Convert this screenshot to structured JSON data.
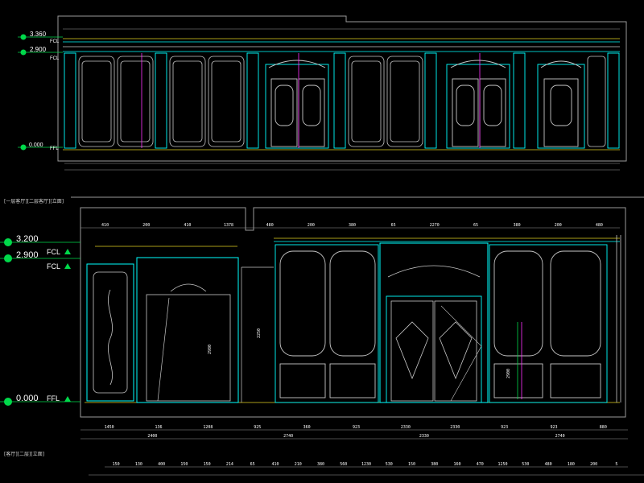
{
  "elevation_1": {
    "levels": [
      {
        "value": "3.360",
        "tag": "FCL"
      },
      {
        "value": "2.900",
        "tag": "FCL"
      },
      {
        "value": "0.000",
        "tag": "FFL"
      }
    ]
  },
  "elevation_2": {
    "caption": "[一层客厅][二层客厅][立面]",
    "levels": [
      {
        "value": "3.200",
        "tag": "FCL"
      },
      {
        "value": "2.900",
        "tag": "FCL"
      },
      {
        "value": "0.000",
        "tag": "FFL"
      }
    ],
    "top_dims": [
      "410",
      "200",
      "410",
      "1378",
      "480",
      "200",
      "380",
      "65",
      "2270",
      "65",
      "380",
      "200",
      "480"
    ],
    "height_dims": [
      "2980",
      "2250",
      "2900"
    ],
    "bottom_dims_row1": [
      "1450",
      "136",
      "1208",
      "925",
      "360",
      "923",
      "2330",
      "2330",
      "923",
      "923",
      "880"
    ],
    "bottom_dims_row2": [
      "2400",
      "2740",
      "2330",
      "2740"
    ],
    "next_caption": "[客厅][二层][立面]",
    "next_dims": [
      "150",
      "130",
      "400",
      "150",
      "150",
      "214",
      "65",
      "410",
      "210",
      "380",
      "560",
      "1230",
      "530",
      "150",
      "380",
      "160",
      "470",
      "1250",
      "530",
      "480",
      "180",
      "200",
      "5"
    ]
  },
  "colors": {
    "background": "#000000",
    "frame": "#9a9a9a",
    "molding": "#00ffff",
    "panel": "#c8c8c8",
    "green": "#00d84a",
    "yellow": "#e0d020",
    "magenta": "#ff30ff",
    "text": "#ffffff"
  }
}
